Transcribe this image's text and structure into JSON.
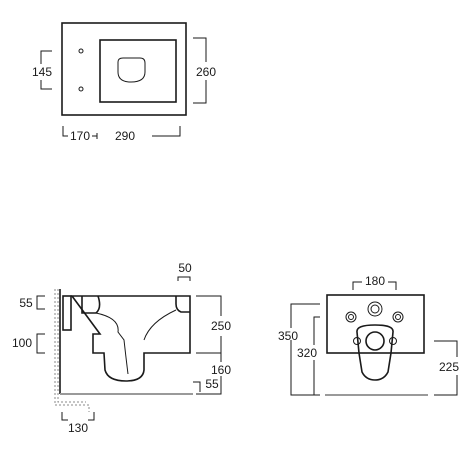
{
  "diagram": {
    "top_view": {
      "dims": {
        "width_inner": "145",
        "depth": "260",
        "offset": "170",
        "length": "290"
      }
    },
    "side_view": {
      "dims": {
        "flush_top": "55",
        "flush_height": "100",
        "rim_offset": "50",
        "height_total": "250",
        "height_rim": "160",
        "pan_gap": "55",
        "frame_depth": "130"
      }
    },
    "front_view": {
      "dims": {
        "fixings_width": "180",
        "total_height": "350",
        "fixings_height": "320",
        "outlet_height": "225"
      }
    }
  }
}
